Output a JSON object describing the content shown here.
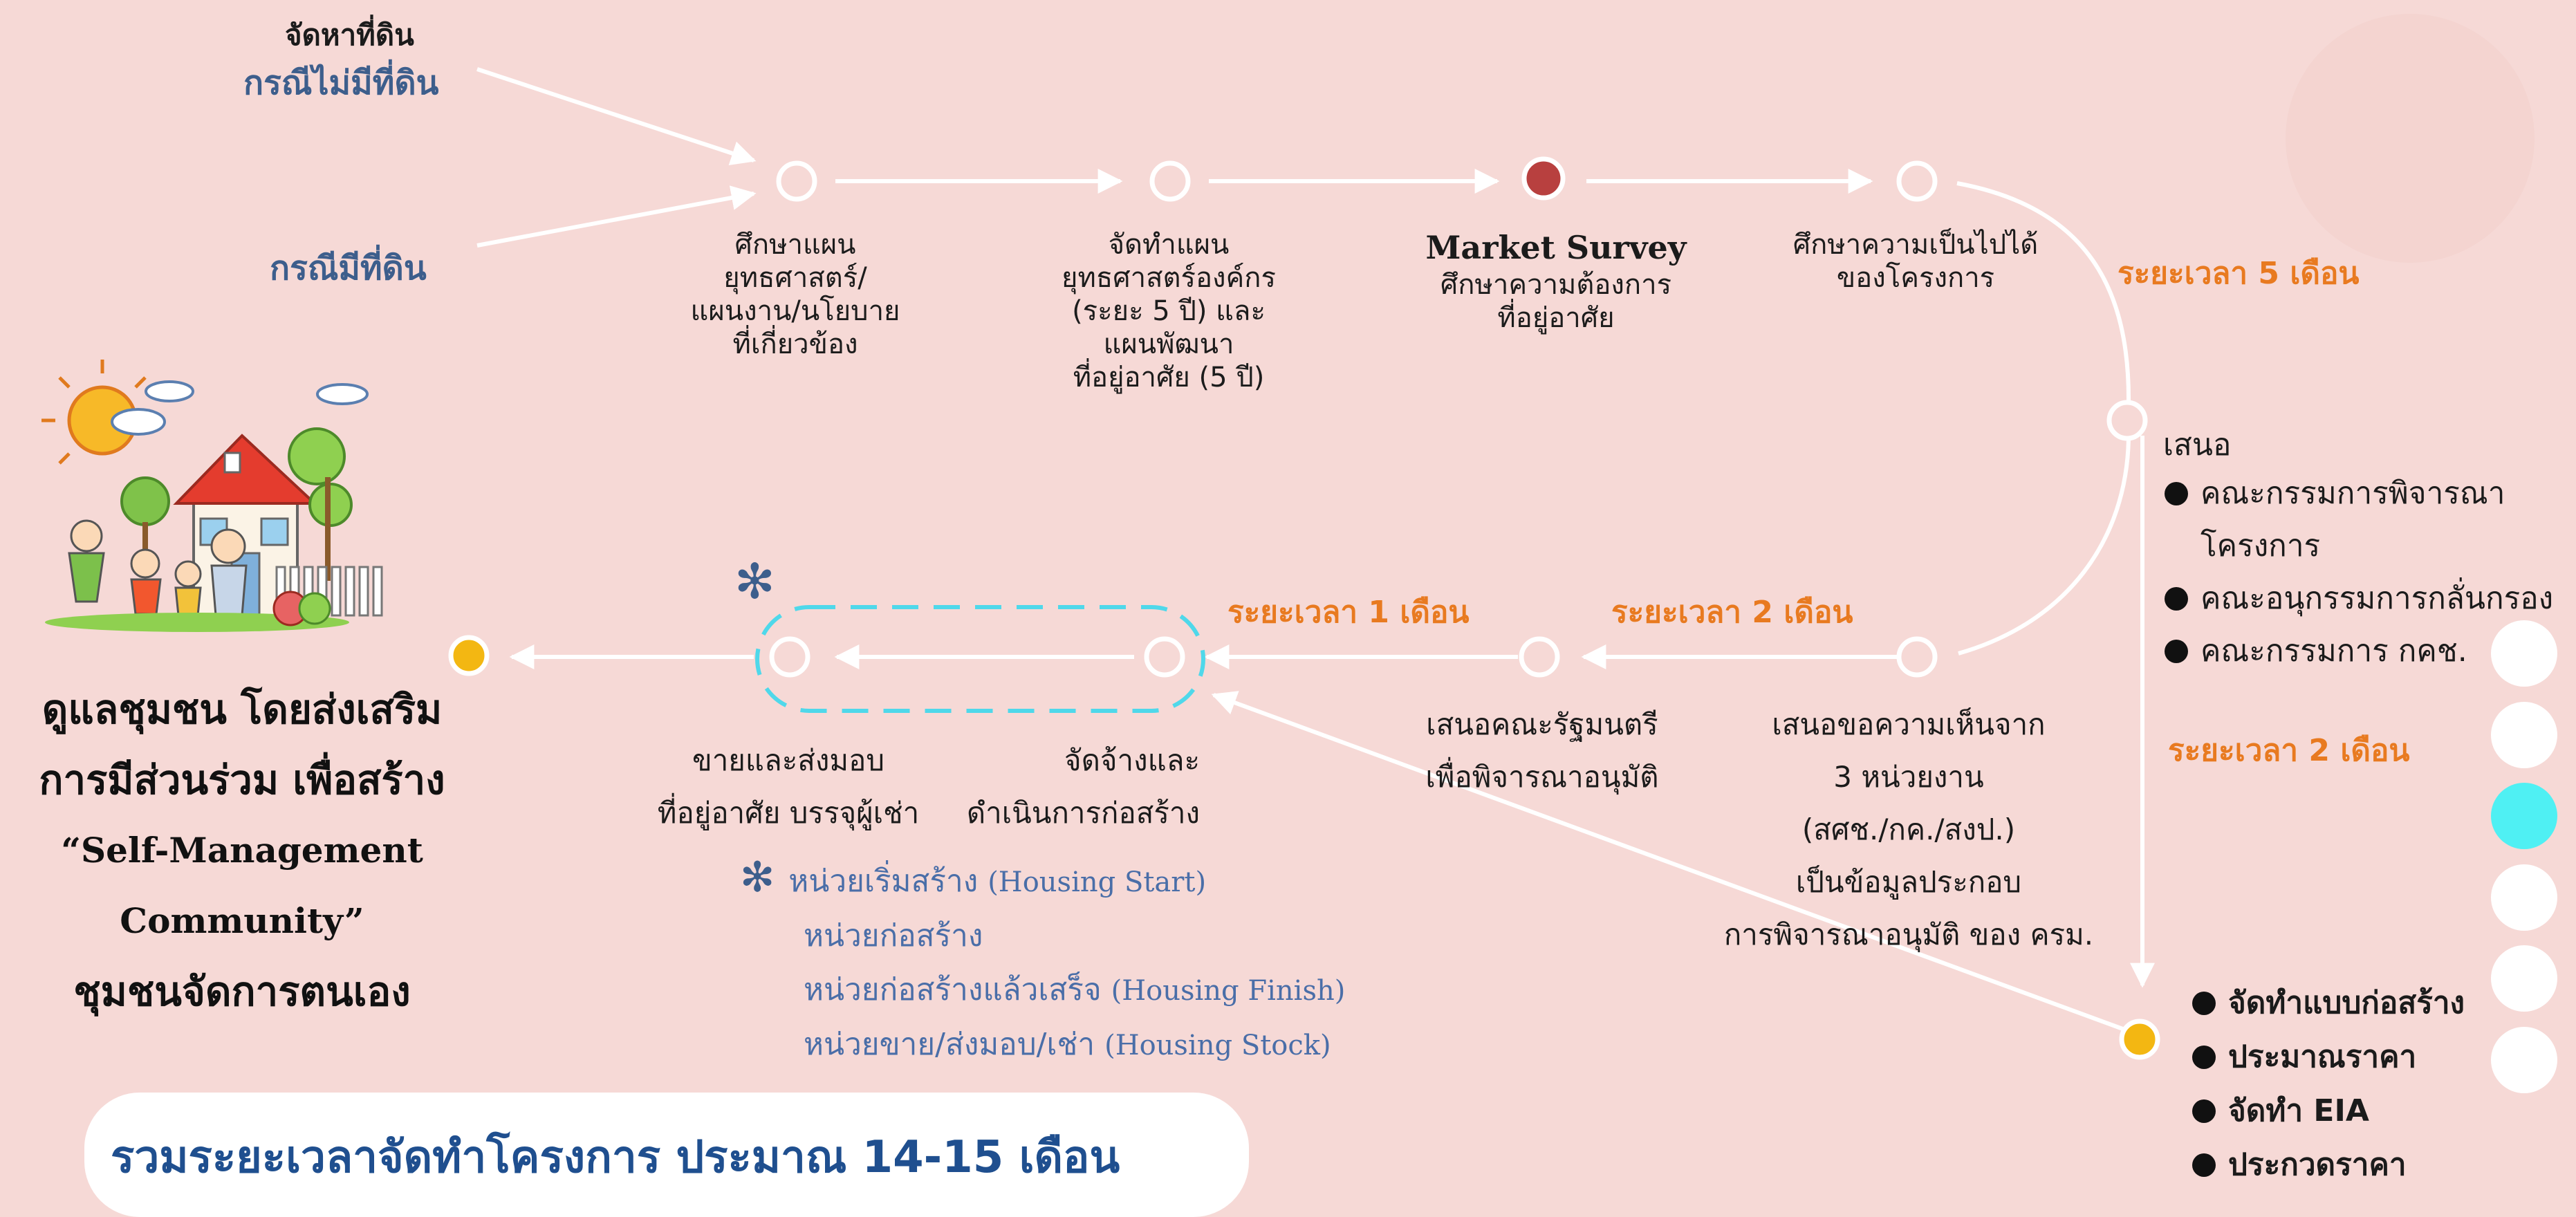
{
  "land": {
    "find_land": "จัดหาที่ดิน",
    "no_land": "กรณีไม่มีที่ดิน",
    "has_land": "กรณีมีที่ดิน"
  },
  "steps": {
    "s1": [
      "ศึกษาแผน",
      "ยุทธศาสตร์/",
      "แผนงาน/นโยบาย",
      "ที่เกี่ยวข้อง"
    ],
    "s2": [
      "จัดทำแผน",
      "ยุทธศาสตร์องค์กร",
      "(ระยะ 5 ปี) และ",
      "แผนพัฒนา",
      "ที่อยู่อาศัย (5 ปี)"
    ],
    "s3_title": "Market Survey",
    "s3": [
      "ศึกษาความต้องการ",
      "ที่อยู่อาศัย"
    ],
    "s4": [
      "ศึกษาความเป็นไปได้",
      "ของโครงการ"
    ]
  },
  "durations": {
    "d5": "ระยะเวลา 5 เดือน",
    "d1": "ระยะเวลา 1 เดือน",
    "d2a": "ระยะเวลา 2 เดือน",
    "d2b": "ระยะเวลา 2 เดือน"
  },
  "propose": {
    "label": "เสนอ",
    "items": [
      "คณะกรรมการพิจารณา",
      "โครงการ",
      "คณะอนุกรรมการกลั่นกรอง",
      "คณะกรรมการ กคช."
    ]
  },
  "opinion": [
    "เสนอขอความเห็นจาก",
    "3 หน่วยงาน",
    "(สศช./กค./สงป.)",
    "เป็นข้อมูลประกอบ",
    "การพิจารณาอนุมัติ ของ ครม."
  ],
  "cabinet": [
    "เสนอคณะรัฐมนตรี",
    "เพื่อพิจารณาอนุมัติ"
  ],
  "construct": [
    "จัดจ้างและ",
    "ดำเนินการก่อสร้าง"
  ],
  "sell": [
    "ขายและส่งมอบ",
    "ที่อยู่อาศัย บรรจุผู้เช่า"
  ],
  "design_items": [
    "จัดทำแบบก่อสร้าง",
    "ประมาณราคา",
    "จัดทำ EIA",
    "ประกวดราคา"
  ],
  "asterisk": "✻",
  "housing": [
    {
      "th": "หน่วยเริ่มสร้าง ",
      "en": "(Housing Start)"
    },
    {
      "th": "หน่วยก่อสร้าง",
      "en": ""
    },
    {
      "th": "หน่วยก่อสร้างแล้วเสร็จ ",
      "en": "(Housing Finish)"
    },
    {
      "th": "หน่วยขาย/ส่งมอบ/เช่า ",
      "en": "(Housing Stock)"
    }
  ],
  "left_title": {
    "l1": "ดูแลชุมชน โดยส่งเสริม",
    "l2": "การมีส่วนร่วม เพื่อสร้าง",
    "l3": "“Self-Management",
    "l4": "Community”",
    "l5": "ชุมชนจัดการตนเอง"
  },
  "summary": "รวมระยะเวลาจัดทำโครงการ ประมาณ 14-15 เดือน",
  "colors": {
    "background": "#f6d9d6",
    "heading_blue": "#3d5e8c",
    "duration_orange": "#e87a20",
    "dashed_cyan": "#4fd8ea",
    "node_red": "#b8403f",
    "node_yellow": "#f3b712"
  }
}
